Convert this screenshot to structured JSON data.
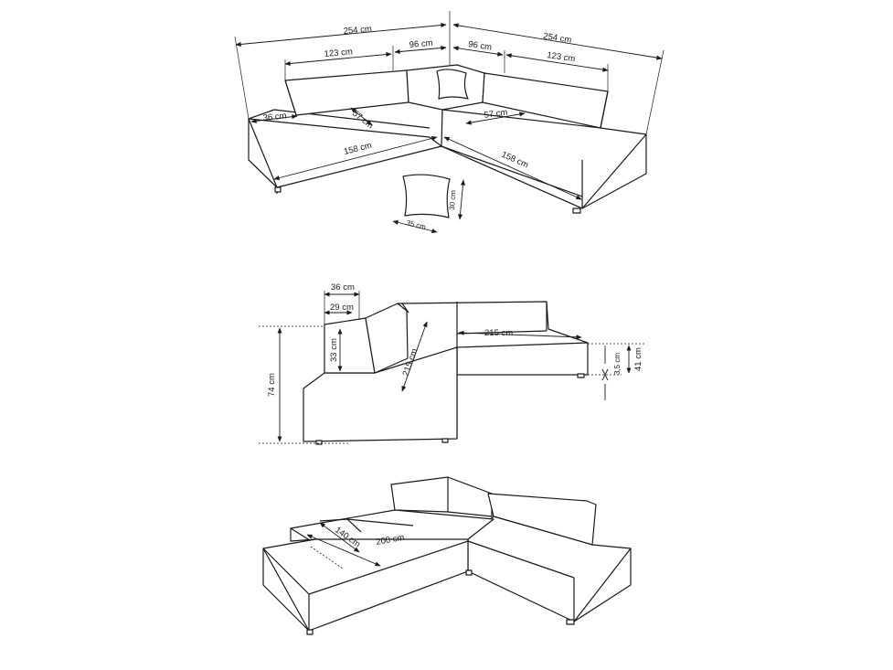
{
  "top_view": {
    "dim_left_total": "254 cm",
    "dim_right_total": "254 cm",
    "dim_left_back": "123 cm",
    "dim_right_back": "123 cm",
    "dim_left_corner": "96 cm",
    "dim_right_corner": "96 cm",
    "dim_armrest": "36 cm",
    "dim_left_seat_depth": "57 cm",
    "dim_right_seat_depth": "57 cm",
    "dim_left_front": "158 cm",
    "dim_right_front": "158 cm",
    "pillow_height": "30 cm",
    "pillow_width": "35 cm"
  },
  "side_view": {
    "dim_armrest_outer": "36 cm",
    "dim_armrest_inner": "29 cm",
    "dim_armrest_height": "33 cm",
    "dim_total_height": "74 cm",
    "dim_left_length": "215 cm",
    "dim_right_length": "215 cm",
    "dim_seat_height": "41 cm",
    "dim_leg_height": "3,5 cm"
  },
  "bed_view": {
    "dim_bed_width": "140 cm",
    "dim_bed_length": "200 cm"
  }
}
